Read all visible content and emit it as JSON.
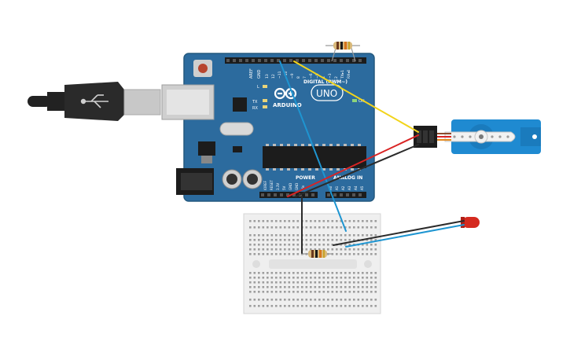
{
  "board": {
    "logo_text": "ARDUINO",
    "model_text": "UNO",
    "digital_label": "DIGITAL (PWM~)",
    "power_label": "POWER",
    "analog_label": "ANALOG IN",
    "aref_label": "AREF",
    "gnd_label": "GND",
    "tx_label": "TX",
    "rx_label": "RX",
    "l_label": "L",
    "on_label": "ON",
    "pin_labels_digital": [
      "13",
      "12",
      "~11",
      "~10",
      "~9",
      "8",
      "7",
      "~6",
      "~5",
      "4",
      "~3",
      "2",
      "TX▸1",
      "RX◂0"
    ],
    "pin_labels_power": [
      "IOREF",
      "RESET",
      "3.3V",
      "5V",
      "GND",
      "GND",
      "Vin"
    ],
    "pin_labels_analog": [
      "A0",
      "A1",
      "A2",
      "A3",
      "A4",
      "A5"
    ]
  },
  "colors": {
    "board": "#2c6b9e",
    "wire_yellow": "#f2d41b",
    "wire_blue": "#1e95d1",
    "wire_red": "#d92323",
    "wire_black": "#2b2b2b",
    "servo": "#1f8ad1",
    "led": "#d52a1f",
    "breadboard": "#efefef"
  }
}
